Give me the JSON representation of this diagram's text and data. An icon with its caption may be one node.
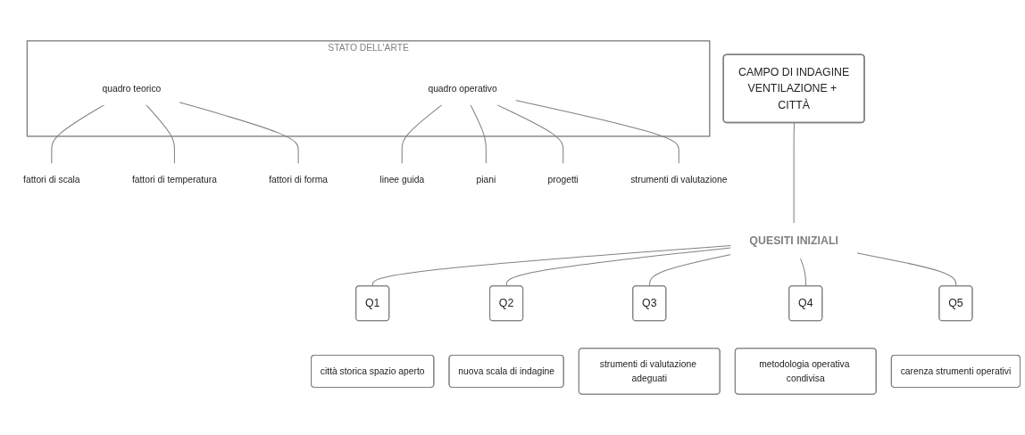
{
  "diagram": {
    "nodes": [
      {
        "text": [
          "CAMPO DI INDAGINE",
          "VENTILAZIONE + CITTÀ"
        ]
      },
      {
        "text": [
          "STATO DELL'ARTE"
        ]
      },
      {
        "text": [
          "quadro teorico"
        ],
        "in": 1
      },
      {
        "text": [
          "quadro operativo"
        ],
        "in": 1
      },
      {
        "text": [
          "fattori di scala"
        ]
      },
      {
        "text": [
          "fattori di temperatura"
        ]
      },
      {
        "text": [
          "fattori di forma"
        ]
      },
      {
        "text": [
          "linee guida"
        ]
      },
      {
        "text": [
          "piani"
        ]
      },
      {
        "text": [
          "progetti"
        ]
      },
      {
        "text": [
          "strumenti di valutazione"
        ]
      },
      {
        "text": [
          "QUESITI INIZIALI"
        ]
      },
      {
        "text": [
          "Q1"
        ]
      },
      {
        "text": [
          "Q2"
        ]
      },
      {
        "text": [
          "Q3"
        ]
      },
      {
        "text": [
          "Q4"
        ]
      },
      {
        "text": [
          "Q5"
        ]
      },
      {
        "text": [
          "città storica spazio aperto"
        ]
      },
      {
        "text": [
          "nuova scala di indagine"
        ]
      },
      {
        "text": [
          "strumenti di valutazione adeguati"
        ]
      },
      {
        "text": [
          "metodologia operativa condivisa"
        ]
      },
      {
        "text": [
          "carenza strumenti operativi"
        ]
      }
    ],
    "edges": [
      {
        "from": 2,
        "to": 4,
        "arrow": "none"
      },
      {
        "from": 2,
        "to": 5,
        "arrow": "none"
      },
      {
        "from": 2,
        "to": 6,
        "arrow": "none"
      },
      {
        "from": 3,
        "to": 7,
        "arrow": "none"
      },
      {
        "from": 3,
        "to": 8,
        "arrow": "none"
      },
      {
        "from": 3,
        "to": 9,
        "arrow": "none"
      },
      {
        "from": 3,
        "to": 10,
        "arrow": "none"
      },
      {
        "from": 0,
        "to": 11,
        "arrow": "none"
      },
      {
        "from": 11,
        "to": 12,
        "arrow": "none"
      },
      {
        "from": 11,
        "to": 13,
        "arrow": "none"
      },
      {
        "from": 11,
        "to": 14,
        "arrow": "none"
      },
      {
        "from": 11,
        "to": 15,
        "arrow": "none"
      },
      {
        "from": 11,
        "to": 16,
        "arrow": "none"
      }
    ]
  }
}
